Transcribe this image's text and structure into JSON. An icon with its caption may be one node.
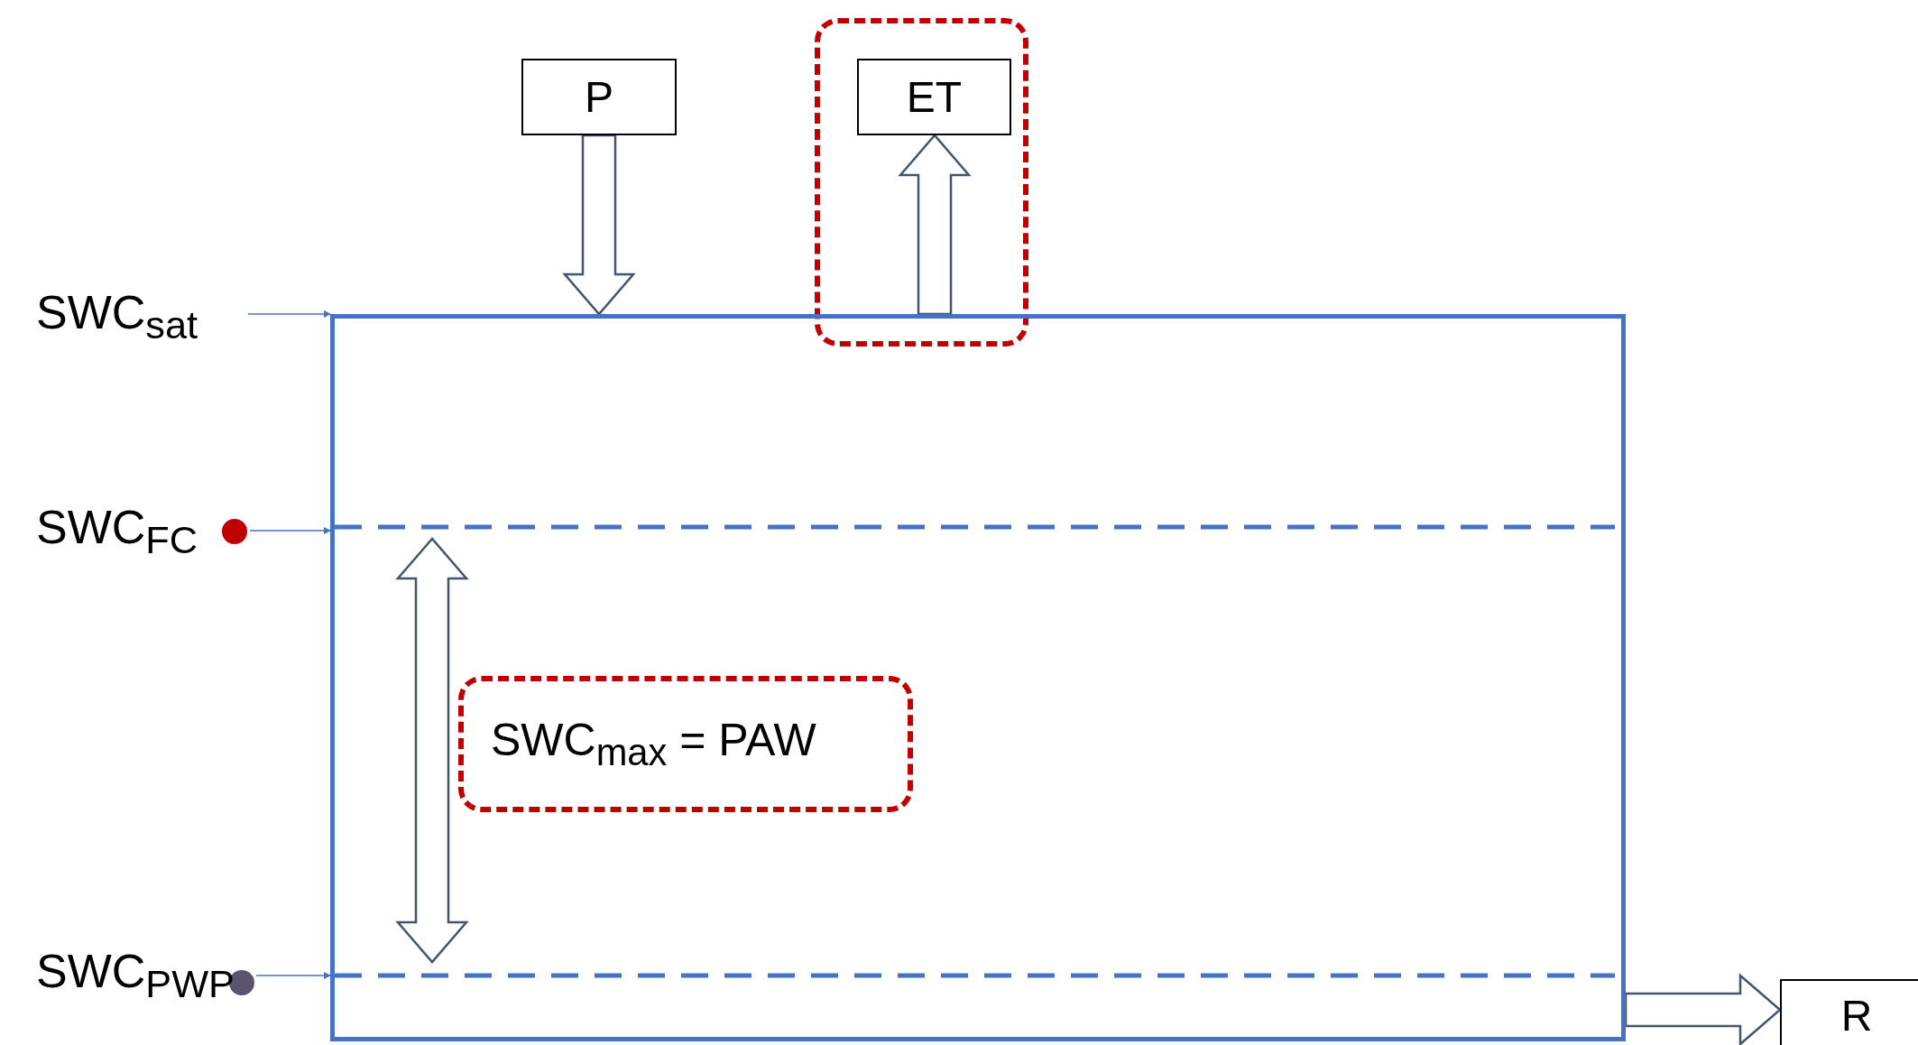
{
  "diagram": {
    "nodes": [
      {
        "text": [
          "P"
        ]
      },
      {
        "text": [],
        "shape": "box"
      },
      {
        "text": [
          "ET"
        ],
        "in": 1
      },
      {
        "text": [],
        "shape": "box"
      },
      {
        "text": [
          "SWC$_{max}$ = PAW"
        ],
        "in": 3
      },
      {
        "text": [
          "R"
        ]
      },
      {
        "text": [
          "SWC$_{sat}$"
        ]
      },
      {
        "text": [
          "SWC$_{FC}$"
        ]
      },
      {
        "text": [
          "SWC$_{PWP}$"
        ]
      }
    ],
    "edges": [
      {
        "from": 0,
        "to": 3,
        "arrow": "to"
      },
      {
        "from": 3,
        "to": 2,
        "arrow": "to"
      },
      {
        "from": 3,
        "to": 5,
        "arrow": "to"
      },
      {
        "from": 6,
        "to": 3,
        "arrow": "to"
      },
      {
        "from": 7,
        "to": 3,
        "arrow": "to"
      },
      {
        "from": 8,
        "to": 3,
        "arrow": "to"
      }
    ]
  }
}
